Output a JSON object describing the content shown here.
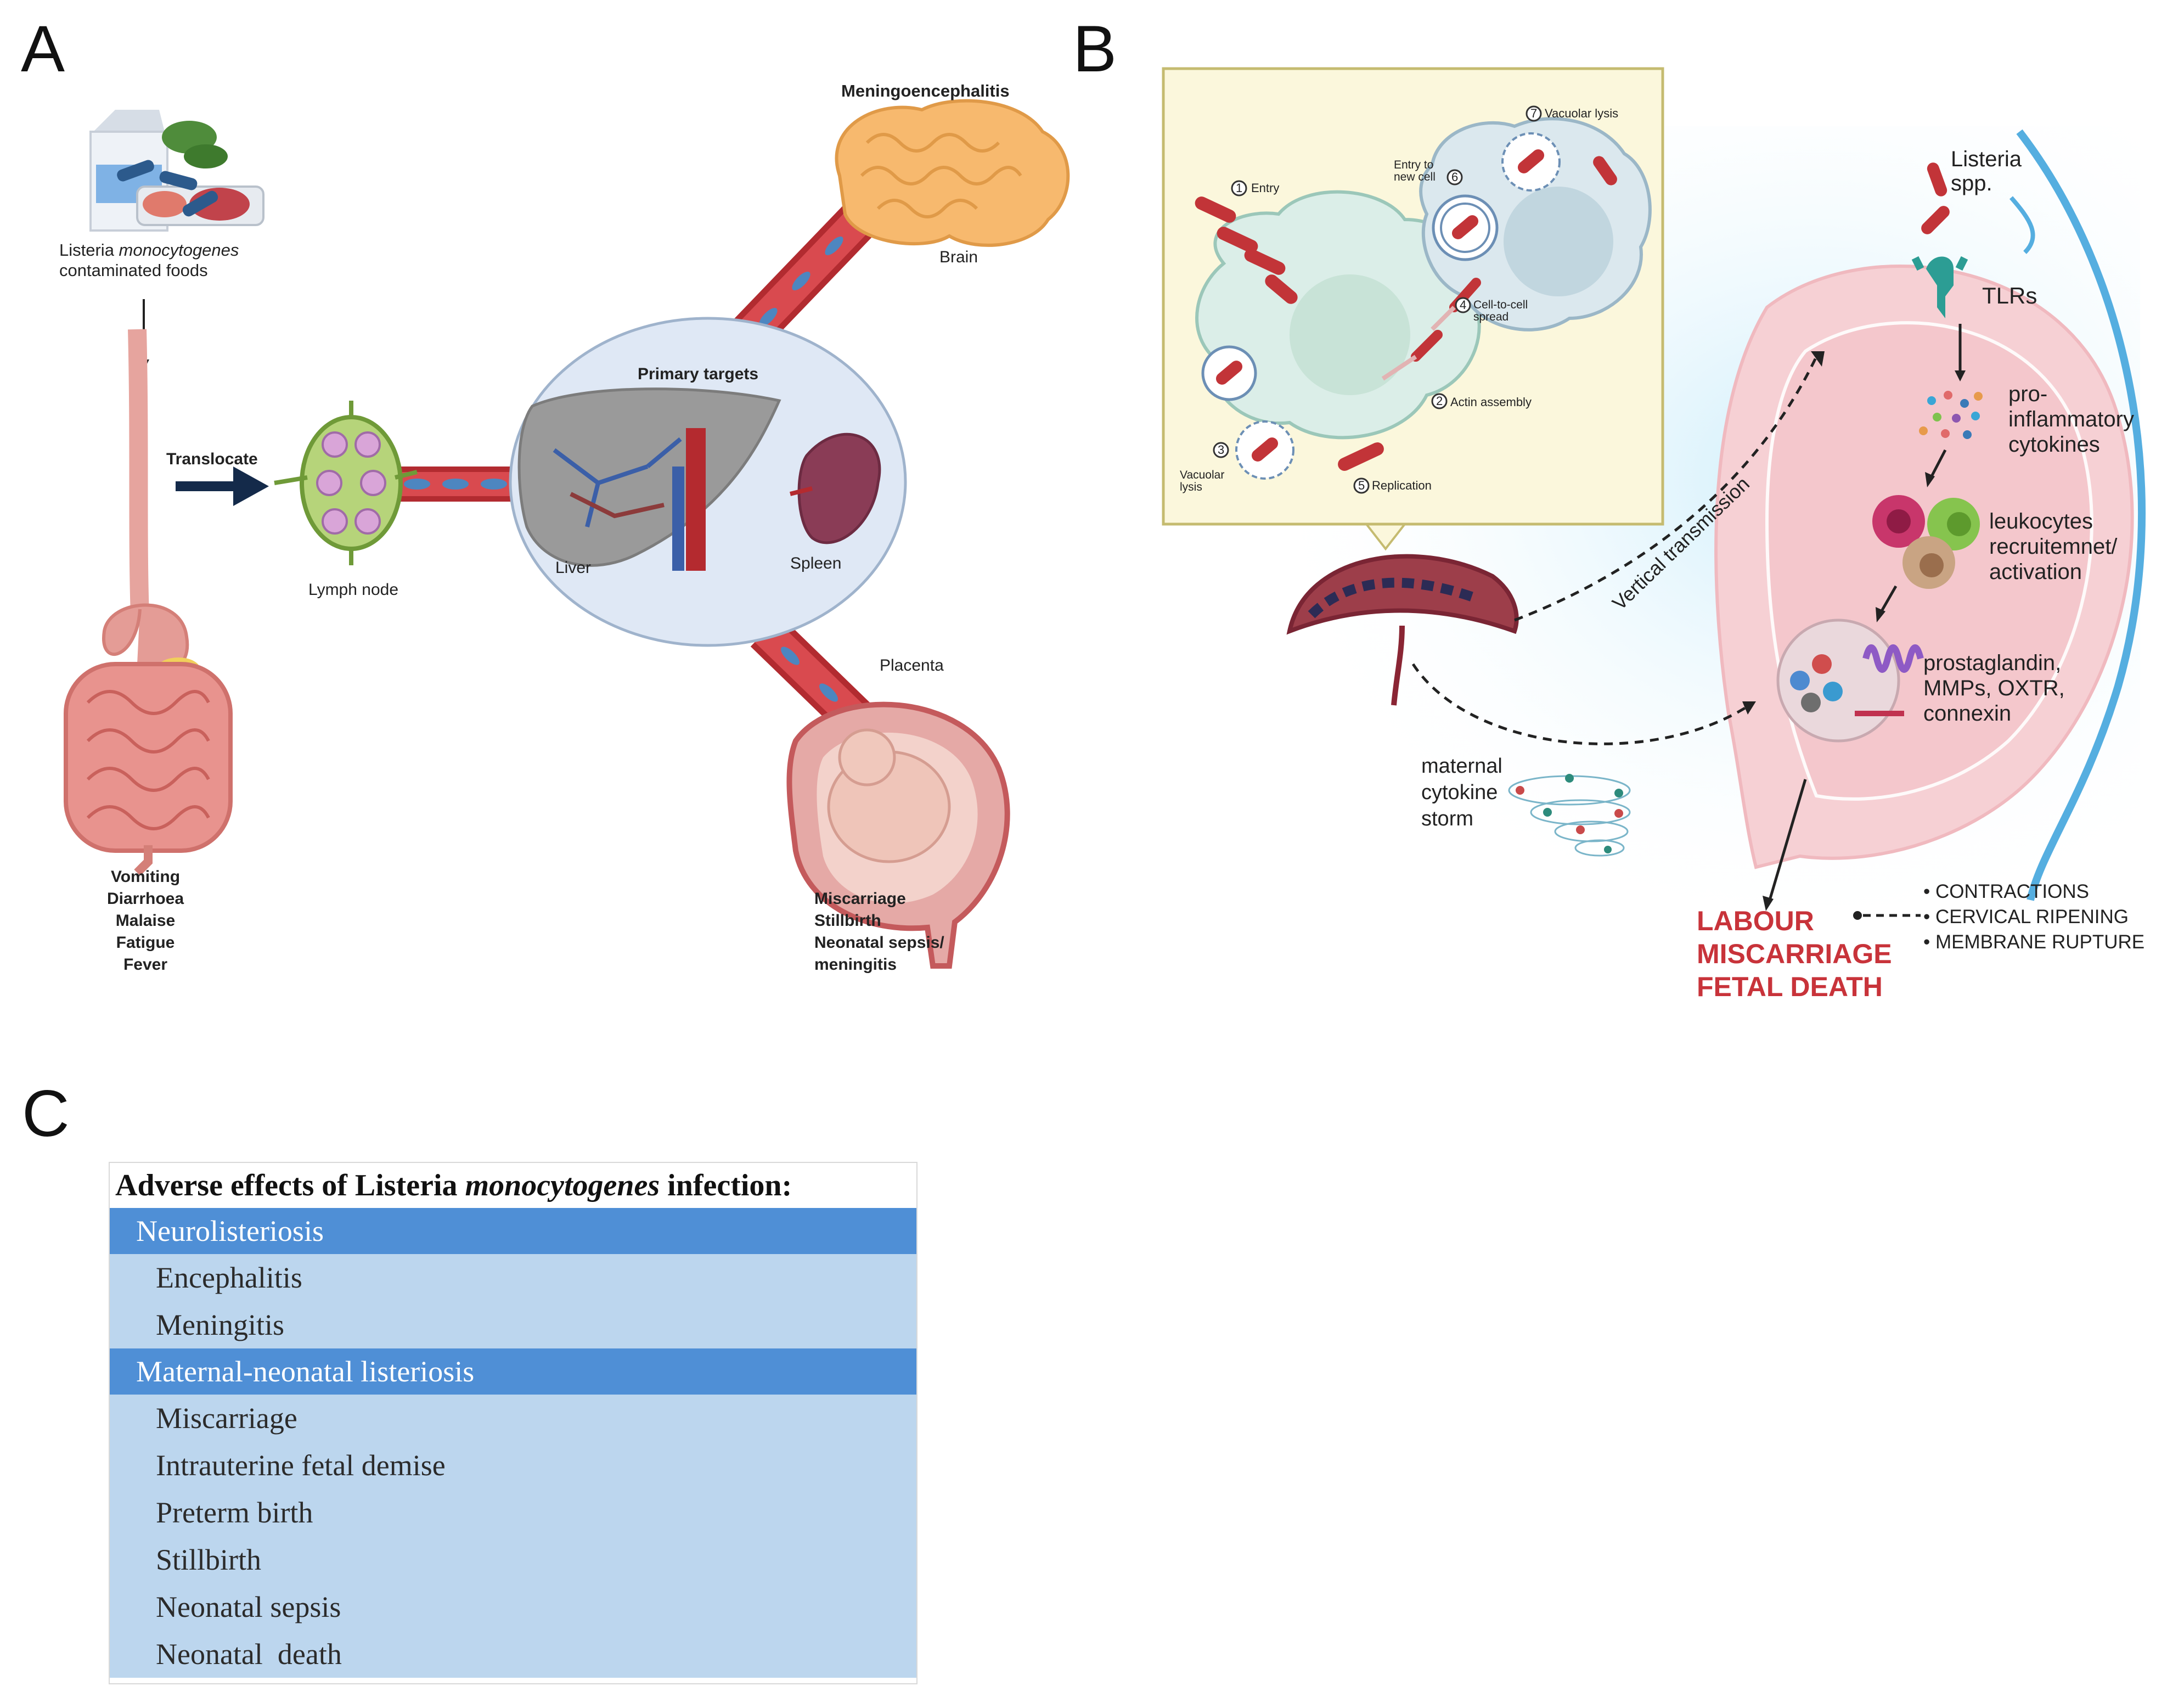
{
  "panels": {
    "a": "A",
    "b": "B",
    "c": "C"
  },
  "panel_a": {
    "food_label_line1_prefix": "Listeria ",
    "food_label_line1_italic": "monocytogenes",
    "food_label_line2": "contaminated foods",
    "translocate": "Translocate",
    "lymph_node": "Lymph node",
    "primary_targets": "Primary targets",
    "liver": "Liver",
    "spleen": "Spleen",
    "meningoencephalitis": "Meningoencephalitis",
    "brain": "Brain",
    "placenta": "Placenta",
    "gi_symptoms": [
      "Vomiting",
      "Diarrhoea",
      "Malaise",
      "Fatigue",
      "Fever"
    ],
    "pregnancy_outcomes": [
      "Miscarriage",
      "Stillbirth",
      "Neonatal sepsis/",
      "meningitis"
    ]
  },
  "panel_b": {
    "cell_steps": {
      "entry": "Entry",
      "vacuolar_lysis_top": "Vacuolar lysis",
      "entry_new_cell_1": "Entry to",
      "entry_new_cell_2": "new cell",
      "cell_to_cell_1": "Cell-to-cell",
      "cell_to_cell_2": "spread",
      "actin_assembly": "Actin assembly",
      "vacuolar_lysis_bottom_1": "Vacuolar",
      "vacuolar_lysis_bottom_2": "lysis",
      "replication": "Replication"
    },
    "step_numbers": [
      "1",
      "2",
      "3",
      "4",
      "5",
      "6",
      "7"
    ],
    "listeria_spp_1": "Listeria",
    "listeria_spp_2": "spp.",
    "tlrs": "TLRs",
    "pro_inflammatory": [
      "pro-",
      "inflammatory",
      "cytokines"
    ],
    "leukocytes": [
      "leukocytes",
      "recruitemnet/",
      "activation"
    ],
    "prostaglandin": [
      "prostaglandin,",
      "MMPs, OXTR,",
      "connexin"
    ],
    "vertical_transmission": "Vertical transmission",
    "maternal_storm": [
      "maternal",
      "cytokine",
      "storm"
    ],
    "outcomes": [
      "LABOUR",
      "MISCARRIAGE",
      "FETAL DEATH"
    ],
    "bullets": [
      "• CONTRACTIONS",
      "• CERVICAL RIPENING",
      "• MEMBRANE RUPTURE"
    ],
    "colors": {
      "outcome_red": "#c8333a",
      "uterus_pink": "#f4c7cc",
      "halo_blue": "#d7f0fb",
      "inset_bg": "#fbf7dc"
    }
  },
  "panel_c": {
    "title_prefix": "Adverse effects of Listeria ",
    "title_italic": "monocytogenes",
    "title_suffix": " infection:",
    "sections": [
      {
        "heading": "Neurolisteriosis",
        "items": [
          "Encephalitis",
          "Meningitis"
        ]
      },
      {
        "heading": "Maternal-neonatal listeriosis",
        "items": [
          "Miscarriage",
          "Intrauterine fetal demise",
          "Preterm birth",
          "Stillbirth",
          "Neonatal sepsis",
          "Neonatal  death"
        ]
      }
    ],
    "colors": {
      "section_header": "#4f8fd6",
      "row_fill": "#bcd6ee"
    }
  }
}
